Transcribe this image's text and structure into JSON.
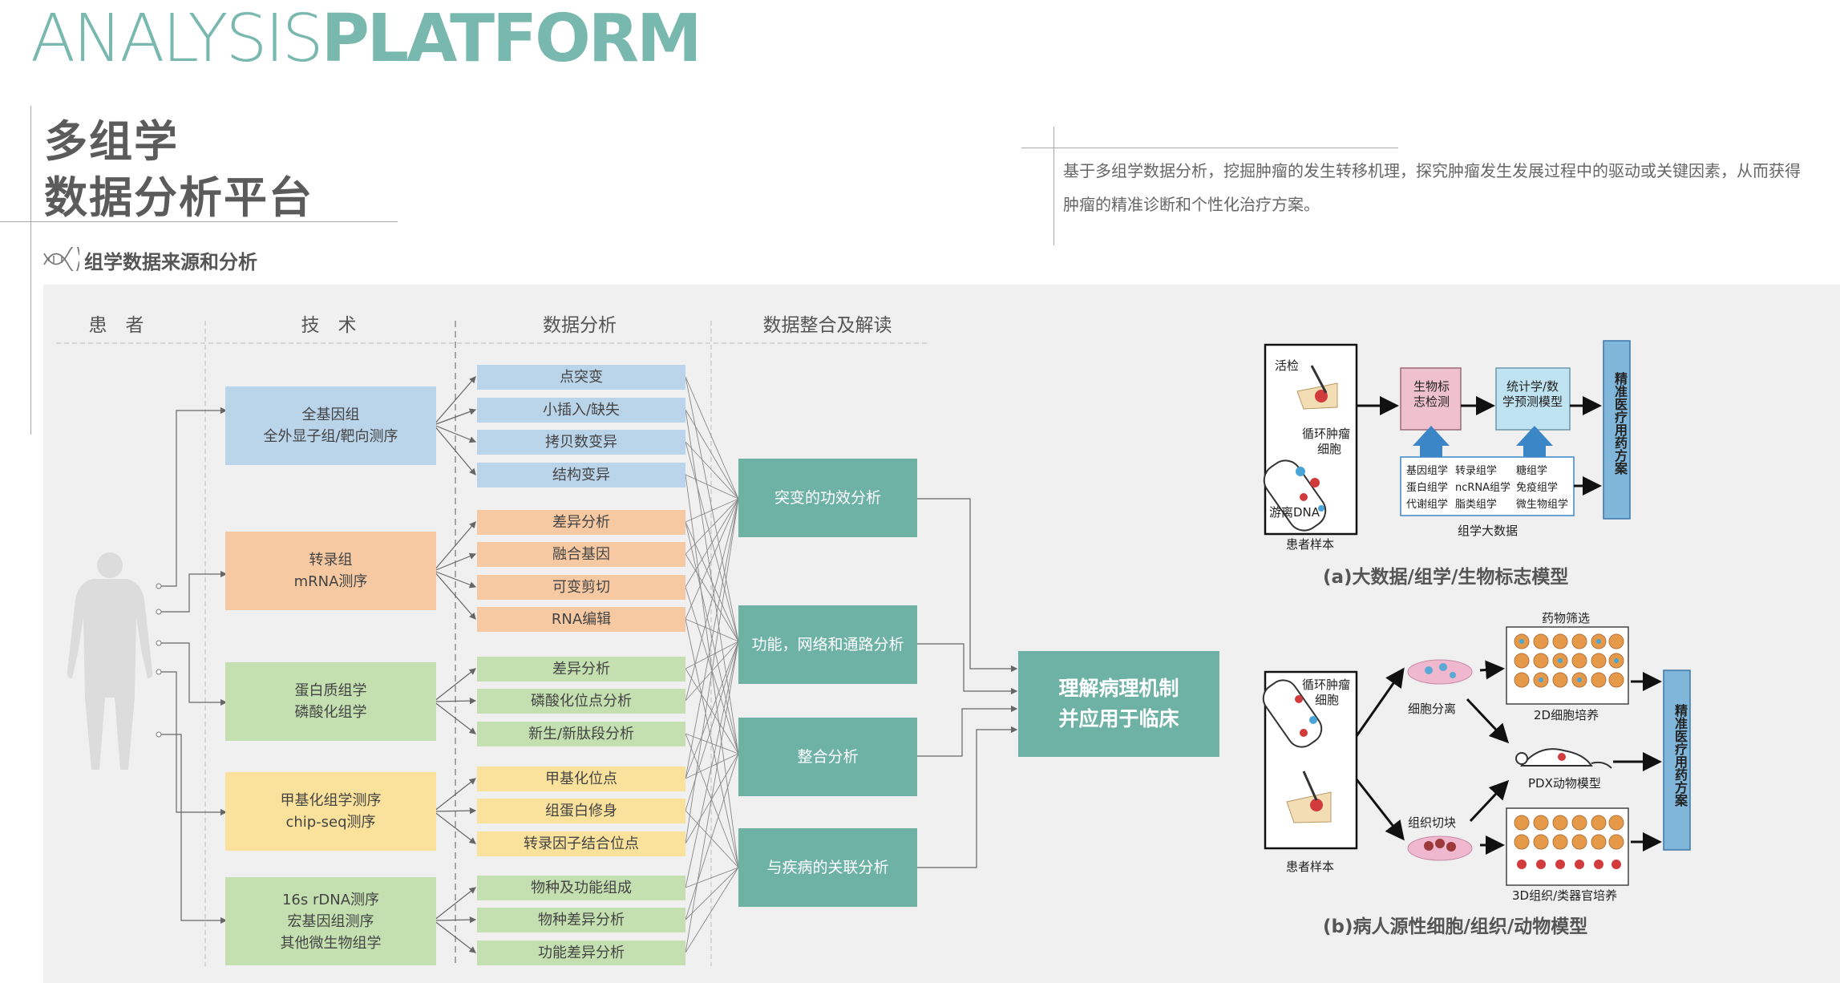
{
  "header": {
    "title_part1": "ANALYSIS",
    "title_part2": "PLATFORM",
    "cn_title_line1": "多组学",
    "cn_title_line2": "数据分析平台",
    "description": "基于多组学数据分析，挖掘肿瘤的发生转移机理，探究肿瘤发生发展过程中的驱动或关键因素，从而获得肿瘤的精准诊断和个性化治疗方案。",
    "section_subtitle": "组学数据来源和分析",
    "dna_icon": "dna-icon"
  },
  "columns": {
    "patient": "患　者",
    "technique": "技　术",
    "analysis": "数据分析",
    "integration": "数据整合及解读"
  },
  "techniques": [
    {
      "line1": "全基因组",
      "line2": "全外显子组/靶向测序",
      "line3": "",
      "color": "#bad4ea"
    },
    {
      "line1": "转录组",
      "line2": "mRNA测序",
      "line3": "",
      "color": "#f6c9a3"
    },
    {
      "line1": "蛋白质组学",
      "line2": "磷酸化组学",
      "line3": "",
      "color": "#c4dfb0"
    },
    {
      "line1": "甲基化组学测序",
      "line2": "chip-seq测序",
      "line3": "",
      "color": "#fae29c"
    },
    {
      "line1": "16s rDNA测序",
      "line2": "宏基因组测序",
      "line3": "其他微生物组学",
      "color": "#c4dfb0"
    }
  ],
  "analyses": [
    [
      "点突变",
      "小插入/缺失",
      "拷贝数变异",
      "结构变异"
    ],
    [
      "差异分析",
      "融合基因",
      "可变剪切",
      "RNA编辑"
    ],
    [
      "差异分析",
      "磷酸化位点分析",
      "新生/新肽段分析"
    ],
    [
      "甲基化位点",
      "组蛋白修身",
      "转录因子结合位点"
    ],
    [
      "物种及功能组成",
      "物种差异分析",
      "功能差异分析"
    ]
  ],
  "integration": [
    "突变的功效分析",
    "功能，网络和通路分析",
    "整合分析",
    "与疾病的关联分析"
  ],
  "final": {
    "line1": "理解病理机制",
    "line2": "并应用于临床"
  },
  "panel_a": {
    "biopsy": "活检",
    "ctc_line1": "循环肿瘤",
    "ctc_line2": "细胞",
    "ctdna": "游离DNA",
    "patient_sample": "患者样本",
    "biomarker_line1": "生物标",
    "biomarker_line2": "志检测",
    "stat_line1": "统计学/数",
    "stat_line2": "学预测模型",
    "omics_grid": [
      [
        "基因组学",
        "转录组学",
        "糖组学"
      ],
      [
        "蛋白组学",
        "ncRNA组学",
        "免疫组学"
      ],
      [
        "代谢组学",
        "脂类组学",
        "微生物组学"
      ]
    ],
    "omics_label": "组学大数据",
    "precision": "精准医疗用药方案",
    "caption": "(a)大数据/组学/生物标志模型"
  },
  "panel_b": {
    "ctc_line1": "循环肿瘤",
    "ctc_line2": "细胞",
    "patient_sample": "患者样本",
    "cell_sep": "细胞分离",
    "tissue_cut": "组织切块",
    "drug_screen": "药物筛选",
    "culture_2d": "2D细胞培养",
    "pdx": "PDX动物模型",
    "culture_3d": "3D组织/类器官培养",
    "precision": "精准医疗用药方案",
    "caption": "(b)病人源性细胞/组织/动物模型"
  },
  "colors": {
    "accent": "#79b8ae",
    "teal": "#6eb2a6",
    "arrow_blue": "#3b86c7",
    "panel_bg": "#f0f0f0"
  }
}
